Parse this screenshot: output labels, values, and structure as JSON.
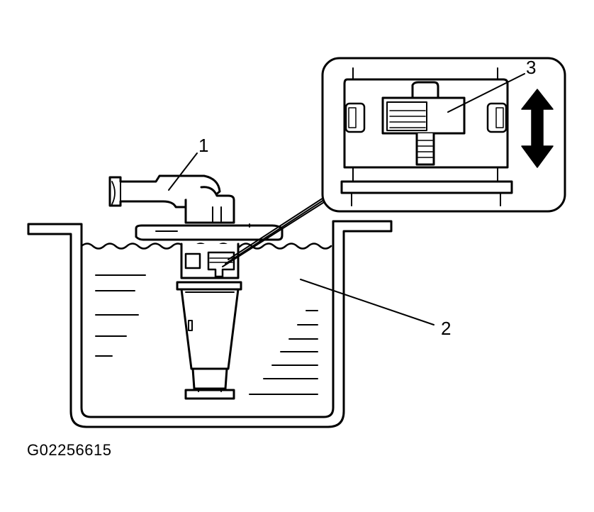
{
  "callouts": {
    "fuel_pump_assembly": "1",
    "fuel_tank": "2",
    "connector": "3"
  },
  "figure_id": "G02256615",
  "colors": {
    "ink": "#000000",
    "paper": "#ffffff"
  },
  "icons": {
    "movement_indicator": "double-headed-vertical-arrow-icon"
  }
}
